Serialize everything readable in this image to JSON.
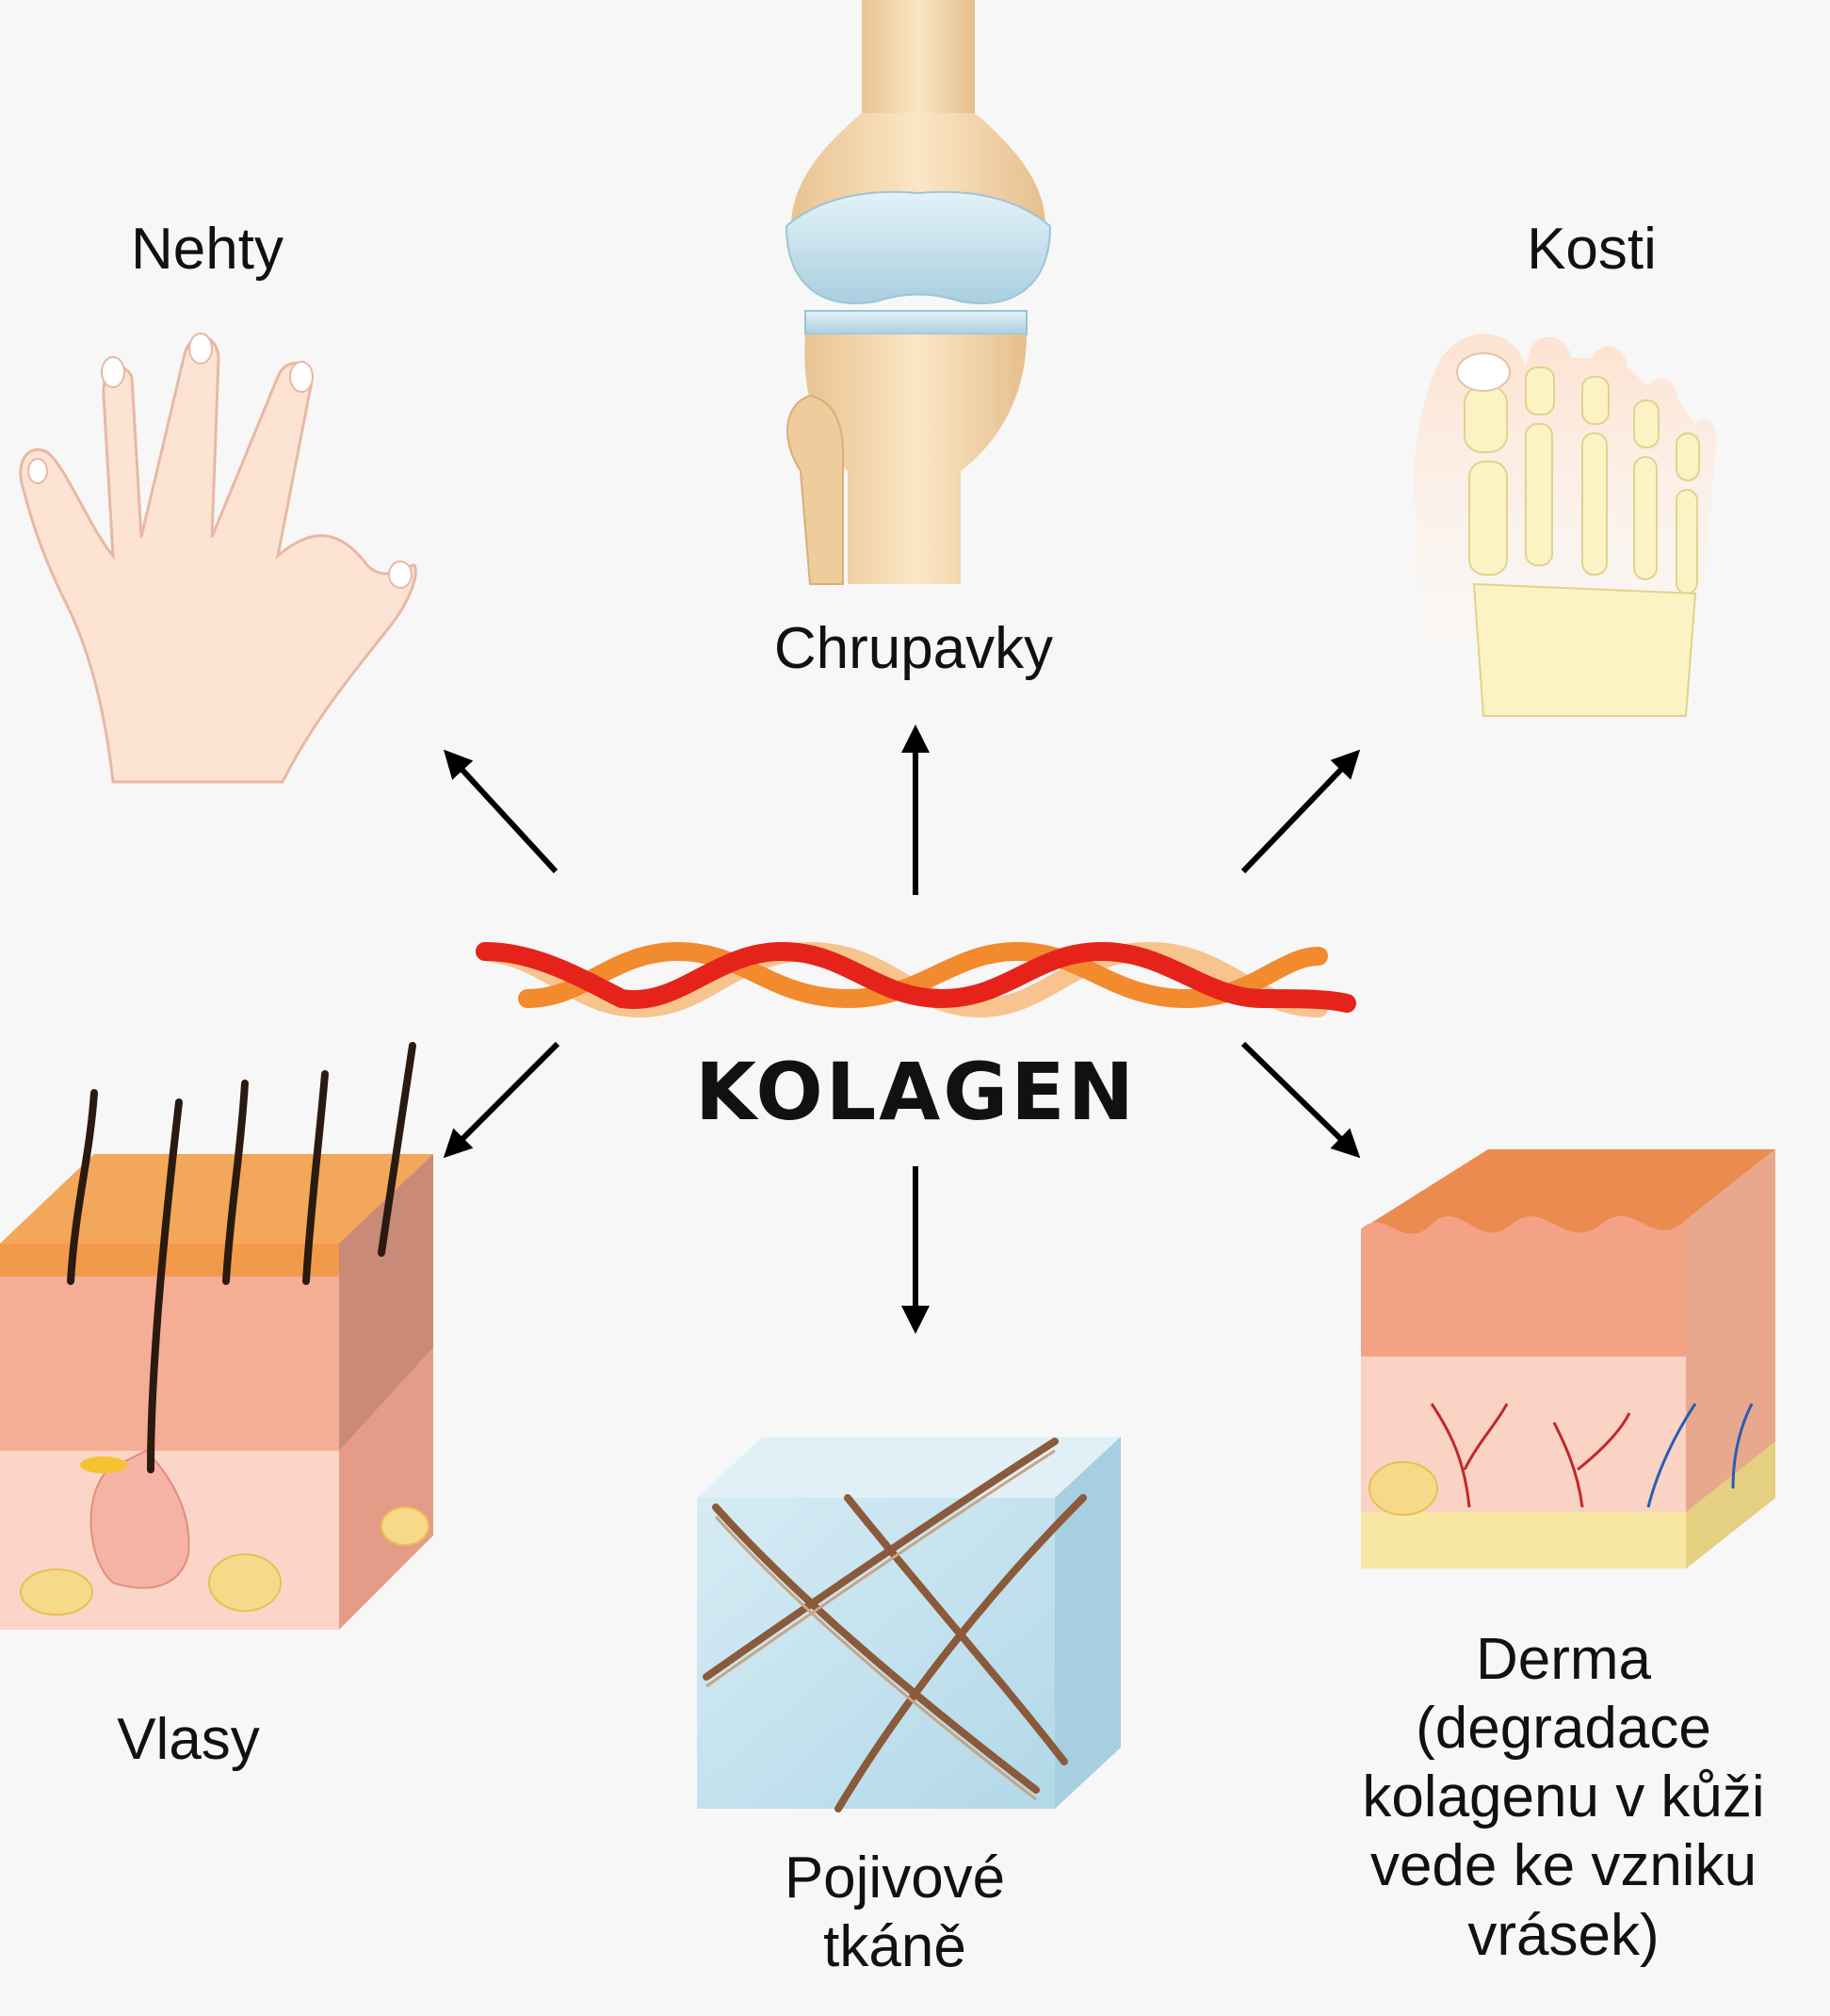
{
  "center": {
    "title": "KOLAGEN"
  },
  "labels": {
    "nails": "Nehty",
    "cartilage": "Chrupavky",
    "bones": "Kosti",
    "hair": "Vlasy",
    "connective_line1": "Pojivové",
    "connective_line2": "tkáně",
    "derma_line1": "Derma",
    "derma_line2": "(degradace",
    "derma_line3": "kolagenu v kůži",
    "derma_line4": "vede ke vzniku",
    "derma_line5": "vrásek)"
  },
  "colors": {
    "background": "#f7f7f7",
    "strand_red": "#e5231b",
    "strand_orange": "#f28a2e",
    "strand_peach": "#f7c48f",
    "arrow": "#000000",
    "skin": "#f9dcc9",
    "bone": "#f5d8a8",
    "cartilage": "#c9e4ef"
  },
  "icons": [
    "hand-icon",
    "knee-joint-icon",
    "foot-bones-icon",
    "skin-hair-icon",
    "connective-tissue-icon",
    "derma-wrinkle-icon",
    "collagen-strand-icon"
  ]
}
